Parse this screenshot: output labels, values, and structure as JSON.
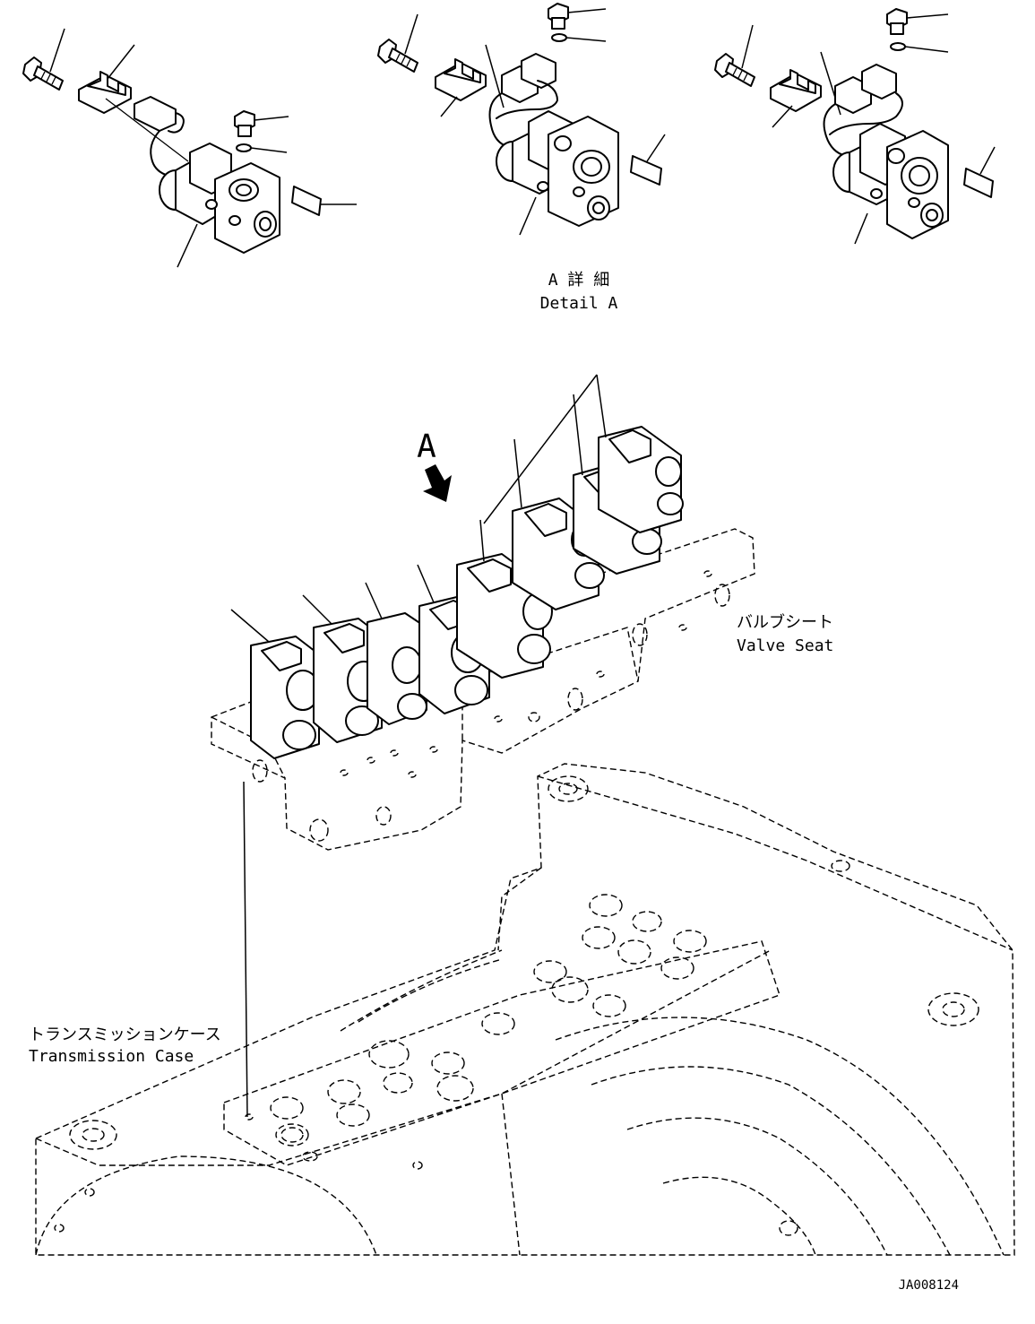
{
  "labels": {
    "detail_ja": "A 詳 細",
    "detail_en": "Detail A",
    "view_marker": "A",
    "valve_seat_ja": "バルブシート",
    "valve_seat_en": "Valve Seat",
    "case_ja": "トランスミッションケース",
    "case_en": "Transmission Case",
    "drawing_id": "JA008124"
  },
  "colors": {
    "line": "#000000",
    "background": "#ffffff"
  }
}
